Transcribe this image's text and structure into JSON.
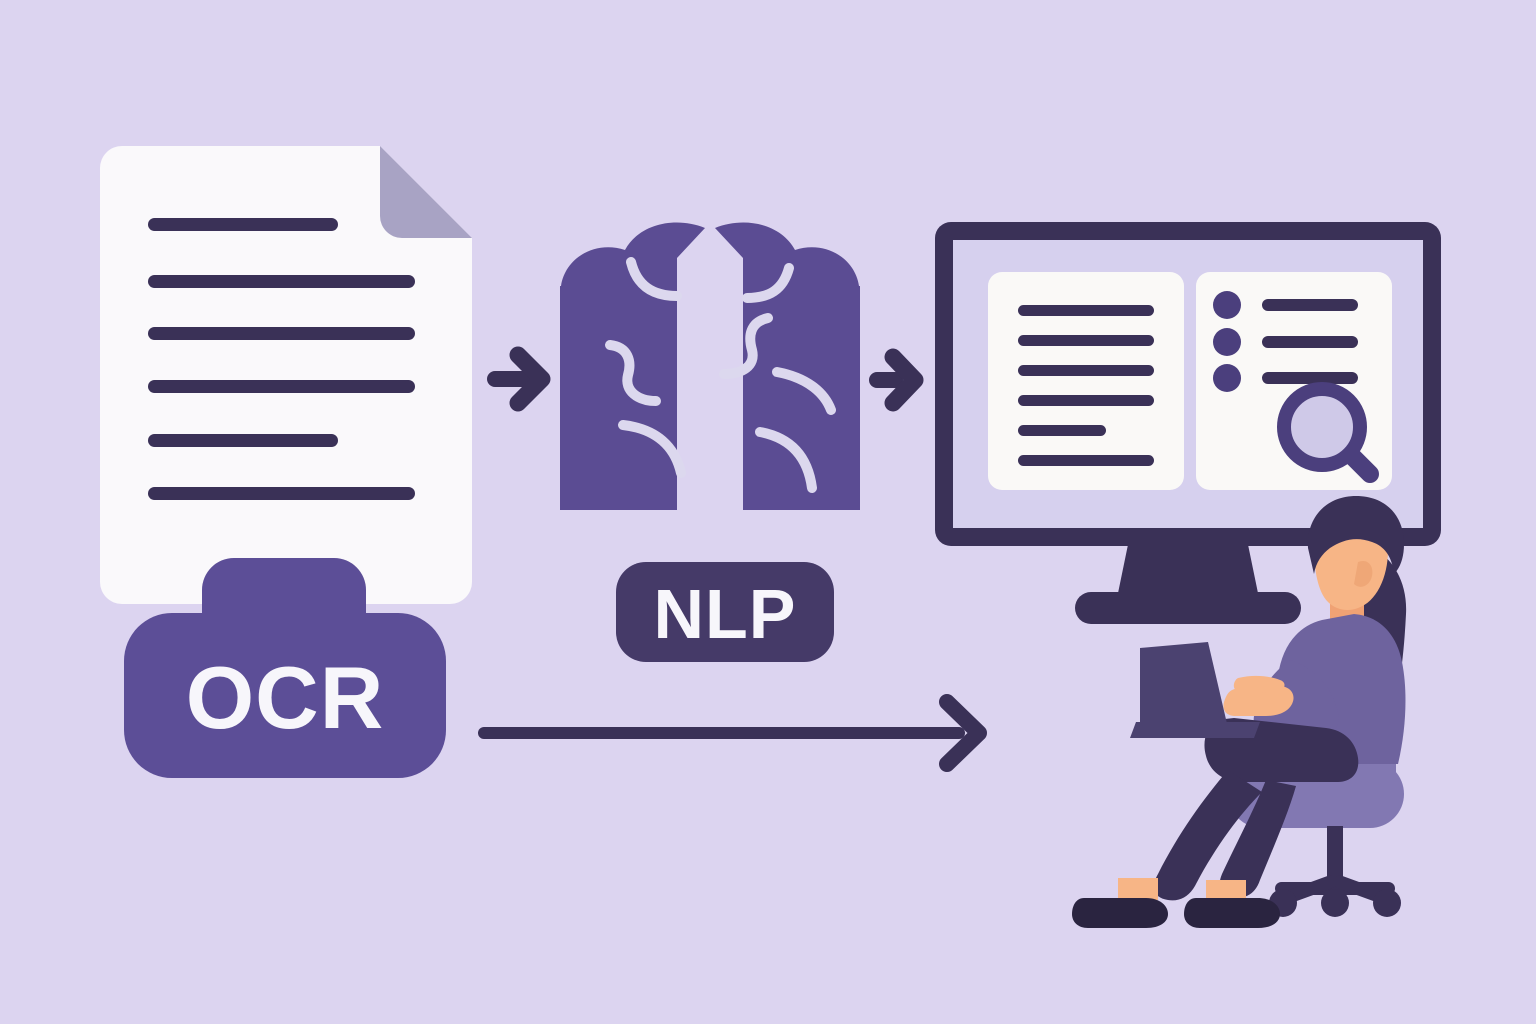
{
  "diagram": {
    "title": "OCR to NLP document processing pipeline",
    "background_color": "#DCD4F0",
    "stages": [
      {
        "id": "input",
        "name": "scanned-document",
        "label": "OCR"
      },
      {
        "id": "process",
        "name": "brain",
        "label": "NLP"
      },
      {
        "id": "output",
        "name": "monitor-with-results",
        "label": ""
      }
    ]
  },
  "colors": {
    "background": "#DCD4F0",
    "ink_dark": "#3A3157",
    "purple_mid": "#5B4C93",
    "purple_badge": "#5C4E97",
    "purple_badge_dark": "#453A68",
    "paper": "#FAF9FB",
    "fold": "#A8A3C4",
    "screen_inner": "#D6D0EE",
    "card": "#FAF9F7",
    "lens": "#CFC9E8",
    "skin": "#F7B586",
    "sweater": "#6E639E",
    "pants": "#3A3157",
    "chair": "#8278B2",
    "hair": "#3A3157"
  },
  "document": {
    "name": "scanned-document",
    "has_folded_corner": true,
    "text_lines": [
      {
        "index": 1,
        "width_pct": 68
      },
      {
        "index": 2,
        "width_pct": 100
      },
      {
        "index": 3,
        "width_pct": 100
      },
      {
        "index": 4,
        "width_pct": 100
      },
      {
        "index": 5,
        "width_pct": 68
      },
      {
        "index": 6,
        "width_pct": 100
      }
    ]
  },
  "ocr_badge": {
    "label": "OCR",
    "fill": "#5C4E97",
    "text_color": "#F7F6FB"
  },
  "nlp_badge": {
    "label": "NLP",
    "fill": "#453A68",
    "text_color": "#F7F6FB"
  },
  "brain": {
    "name": "brain-icon",
    "fill": "#5B4C93",
    "fold_line_color": "#DCD8EE",
    "hemispheres": 2
  },
  "arrows": [
    {
      "id": "arrow-doc-to-brain",
      "direction": "right",
      "style": "short-thick"
    },
    {
      "id": "arrow-brain-to-monitor",
      "direction": "right",
      "style": "short-thick"
    },
    {
      "id": "arrow-ocr-to-monitor",
      "direction": "right",
      "style": "long-thin"
    }
  ],
  "monitor": {
    "name": "monitor",
    "bezel_color": "#3A3157",
    "screen_color": "#D6D0EE",
    "left_card": {
      "name": "text-result-card",
      "text_lines": [
        {
          "index": 1,
          "width_pct": 100
        },
        {
          "index": 2,
          "width_pct": 100
        },
        {
          "index": 3,
          "width_pct": 100
        },
        {
          "index": 4,
          "width_pct": 100
        },
        {
          "index": 5,
          "width_pct": 66
        },
        {
          "index": 6,
          "width_pct": 100
        }
      ]
    },
    "right_card": {
      "name": "extracted-entities-card",
      "bullets": 3,
      "has_magnifier": true
    }
  },
  "person": {
    "name": "person-at-laptop",
    "pose": "seated, typing on laptop",
    "hair_color": "#3A3157",
    "skin_color": "#F7B586",
    "top_color": "#6E639E",
    "pants_color": "#3A3157",
    "chair_color": "#8278B2"
  }
}
